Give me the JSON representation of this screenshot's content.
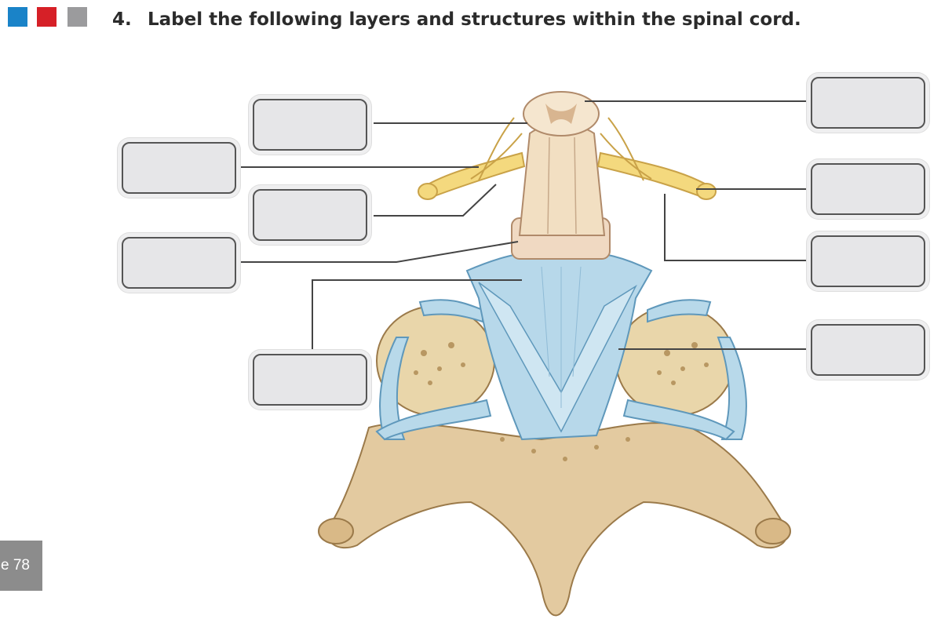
{
  "header": {
    "question_number": "4.",
    "question_text": "Label the following layers and structures within the spinal cord.",
    "square_colors": [
      "#1a83c8",
      "#d62027",
      "#9b9b9d"
    ]
  },
  "page": {
    "number_text": "e 78"
  },
  "labels": [
    {
      "id": "box-1",
      "answer": ""
    },
    {
      "id": "box-2",
      "answer": ""
    },
    {
      "id": "box-3",
      "answer": ""
    },
    {
      "id": "box-4",
      "answer": ""
    },
    {
      "id": "box-5",
      "answer": ""
    },
    {
      "id": "box-6",
      "answer": ""
    },
    {
      "id": "box-7",
      "answer": ""
    },
    {
      "id": "box-8",
      "answer": ""
    },
    {
      "id": "box-9",
      "answer": ""
    }
  ],
  "colors": {
    "bone": "#e8d4a8",
    "bone_dark": "#c9a870",
    "dura": "#b8d9ea",
    "dura_dark": "#6aa6c8",
    "nerve": "#f3d77a",
    "cord": "#f2dfc2",
    "leader_line": "#444444"
  }
}
